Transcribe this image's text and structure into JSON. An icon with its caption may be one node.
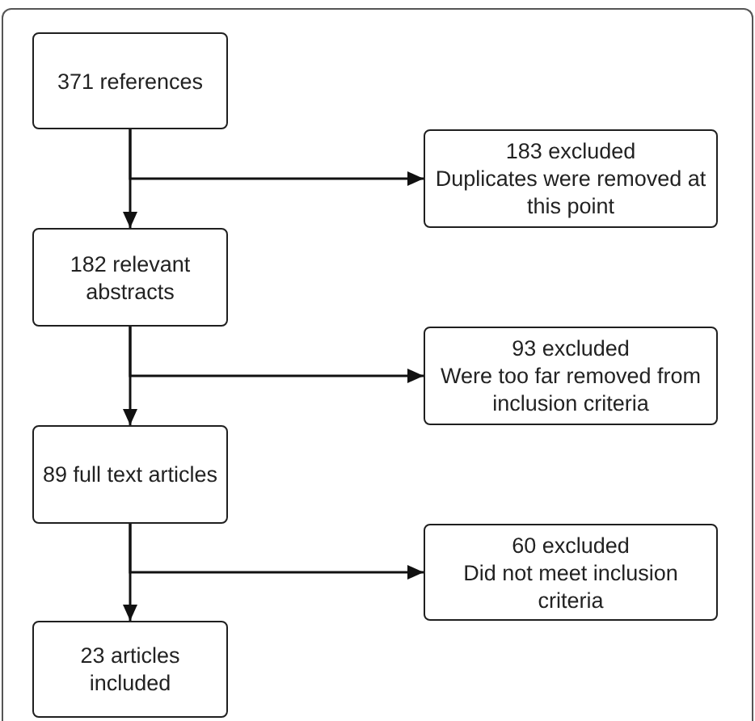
{
  "diagram": {
    "nodes": [
      {
        "text": [
          "371 references"
        ]
      },
      {
        "text": [
          "183 excluded",
          "Duplicates were removed at this point"
        ]
      },
      {
        "text": [
          "182 relevant abstracts"
        ]
      },
      {
        "text": [
          "93 excluded",
          "Were too far removed from inclusion criteria"
        ]
      },
      {
        "text": [
          "89 full text articles"
        ]
      },
      {
        "text": [
          "60 excluded",
          "Did not meet inclusion criteria"
        ]
      },
      {
        "text": [
          "23 articles included"
        ]
      }
    ],
    "edges": [
      {
        "from": 0,
        "to": 2,
        "arrow": "to"
      },
      {
        "from": 0,
        "to": 1,
        "arrow": "to"
      },
      {
        "from": 2,
        "to": 4,
        "arrow": "to"
      },
      {
        "from": 2,
        "to": 3,
        "arrow": "to"
      },
      {
        "from": 4,
        "to": 6,
        "arrow": "to"
      },
      {
        "from": 4,
        "to": 5,
        "arrow": "to"
      }
    ]
  }
}
